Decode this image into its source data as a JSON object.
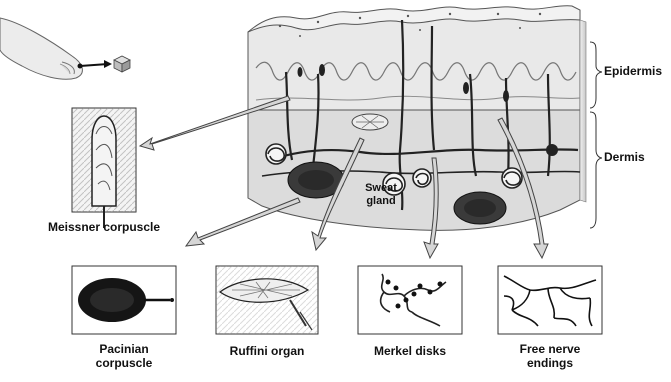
{
  "labels": {
    "epidermis": "Epidermis",
    "dermis": "Dermis",
    "sweat_gland": "Sweat\ngland",
    "meissner": "Meissner corpuscle",
    "pacinian": "Pacinian\ncorpuscle",
    "ruffini": "Ruffini organ",
    "merkel": "Merkel disks",
    "free_nerve": "Free nerve\nendings"
  },
  "colors": {
    "ink": "#111111",
    "skin_light": "#e6e6e6",
    "skin_mid": "#bdbdbd",
    "skin_dark": "#6f6f6f",
    "arrow_fill": "#d6d6d6",
    "panel_bg": "#f2f2f2"
  }
}
